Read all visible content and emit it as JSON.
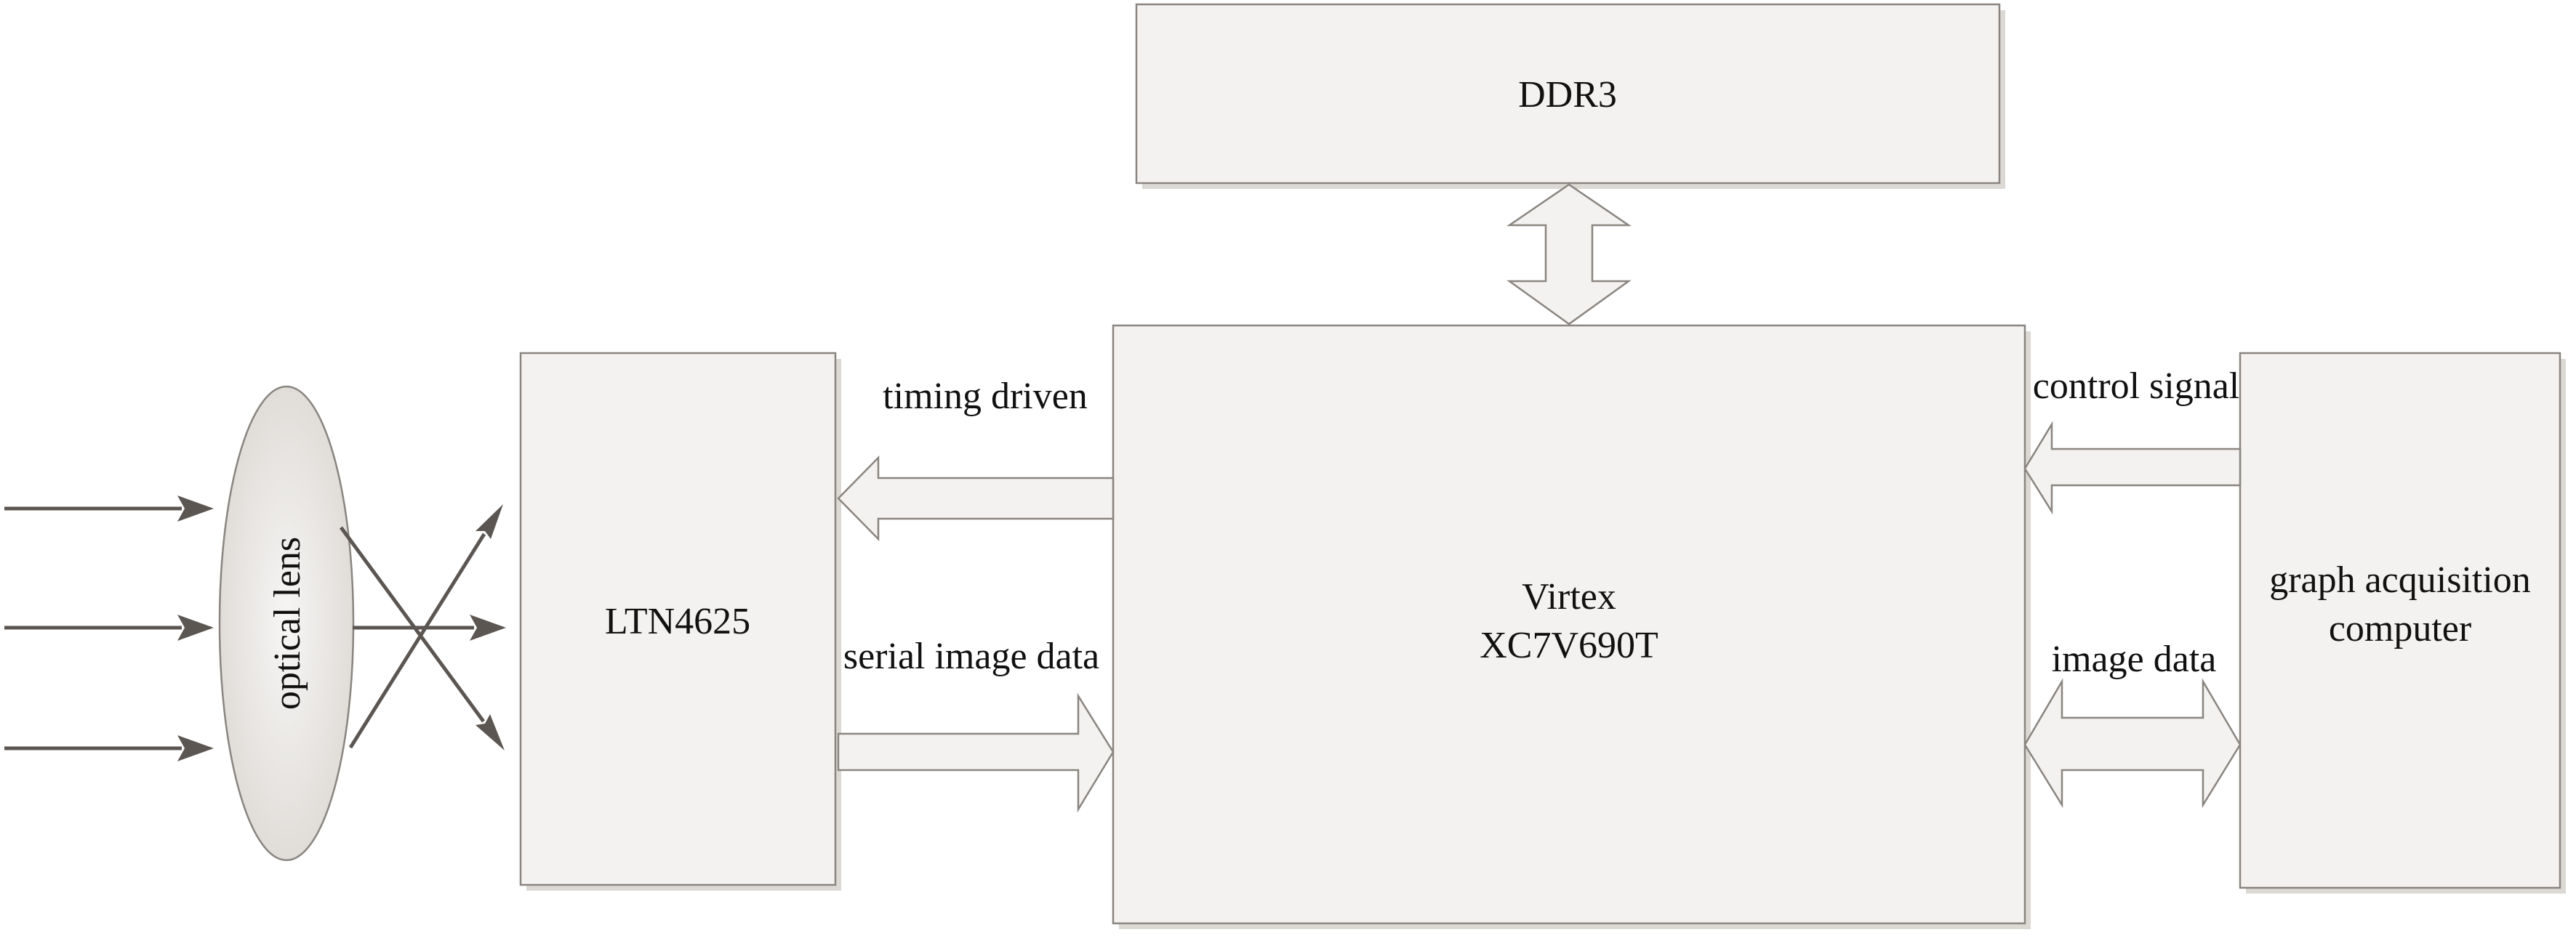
{
  "blocks": {
    "ddr3": "DDR3",
    "fpga_line1": "Virtex",
    "fpga_line2": "XC7V690T",
    "sensor": "LTN4625",
    "lens": "optical lens",
    "computer_line1": "graph acquisition",
    "computer_line2": "computer"
  },
  "connections": {
    "timing": "timing driven",
    "serial": "serial image data",
    "control": "control signal",
    "image": "image data"
  },
  "colors": {
    "box_fill": "#f4f2f0",
    "box_stroke": "#8a8580",
    "ray": "#5c5652",
    "text": "#111111"
  }
}
